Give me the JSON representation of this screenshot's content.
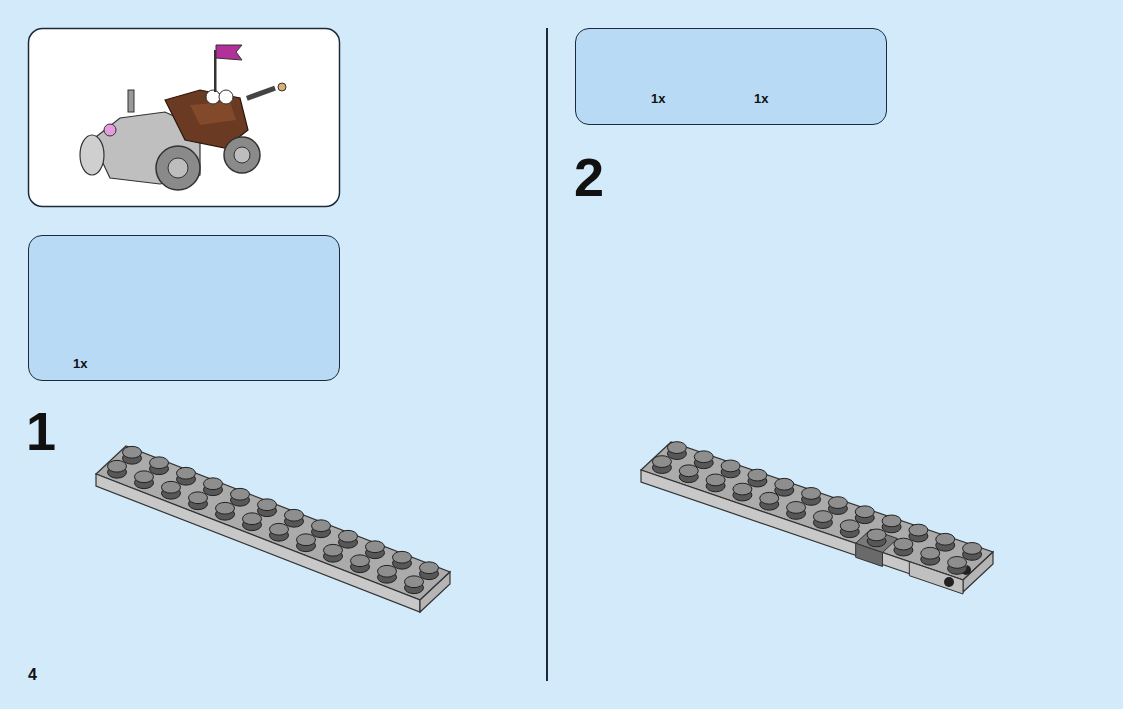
{
  "diagram": {
    "nodes": [
      {
        "text": [
          "1x"
        ]
      },
      {
        "text": [
          "1x",
          "1x"
        ]
      }
    ],
    "labels": [
      "1",
      "2",
      "4"
    ]
  }
}
